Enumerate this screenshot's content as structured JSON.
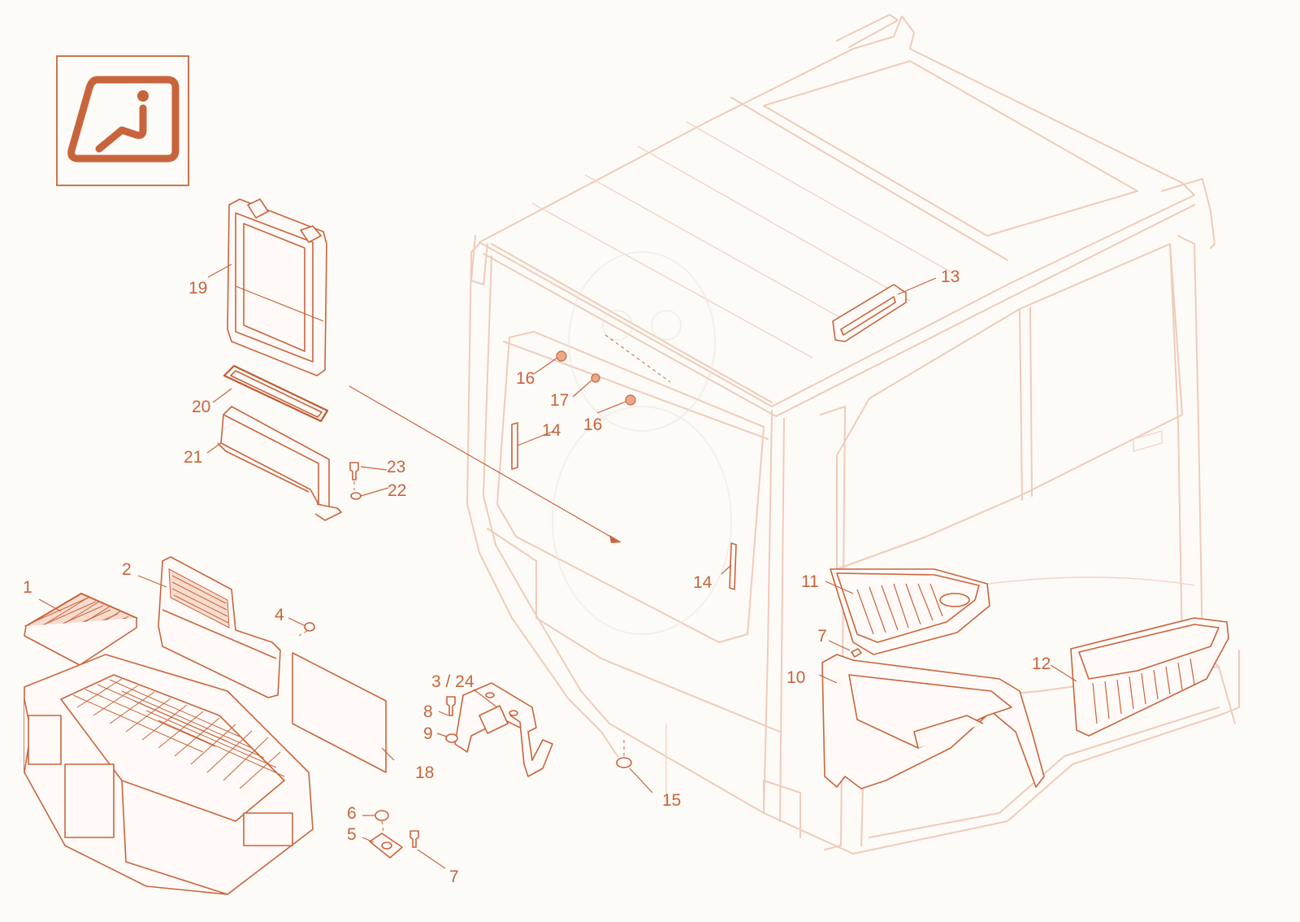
{
  "diagram": {
    "logo_icon": "operator-seat-icon",
    "accent_color": "#c8643c",
    "faint_color": "#f0cbb9",
    "background_color": "#fdfbf8",
    "callouts": [
      {
        "id": "c1",
        "text": "1"
      },
      {
        "id": "c2",
        "text": "2"
      },
      {
        "id": "c3_24",
        "text": "3 / 24"
      },
      {
        "id": "c4",
        "text": "4"
      },
      {
        "id": "c5",
        "text": "5"
      },
      {
        "id": "c6",
        "text": "6"
      },
      {
        "id": "c7a",
        "text": "7"
      },
      {
        "id": "c7b",
        "text": "7"
      },
      {
        "id": "c8",
        "text": "8"
      },
      {
        "id": "c9",
        "text": "9"
      },
      {
        "id": "c10",
        "text": "10"
      },
      {
        "id": "c11",
        "text": "11"
      },
      {
        "id": "c12",
        "text": "12"
      },
      {
        "id": "c13",
        "text": "13"
      },
      {
        "id": "c14a",
        "text": "14"
      },
      {
        "id": "c14b",
        "text": "14"
      },
      {
        "id": "c15",
        "text": "15"
      },
      {
        "id": "c16a",
        "text": "16"
      },
      {
        "id": "c16b",
        "text": "16"
      },
      {
        "id": "c17",
        "text": "17"
      },
      {
        "id": "c18",
        "text": "18"
      },
      {
        "id": "c19",
        "text": "19"
      },
      {
        "id": "c20",
        "text": "20"
      },
      {
        "id": "c21",
        "text": "21"
      },
      {
        "id": "c22",
        "text": "22"
      },
      {
        "id": "c23",
        "text": "23"
      }
    ]
  }
}
